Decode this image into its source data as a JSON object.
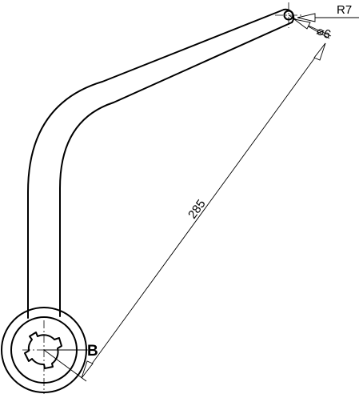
{
  "dimensions": {
    "radius_label": "R7",
    "diameter_label": "⌀6",
    "length_label": "285"
  },
  "section_label": "B"
}
